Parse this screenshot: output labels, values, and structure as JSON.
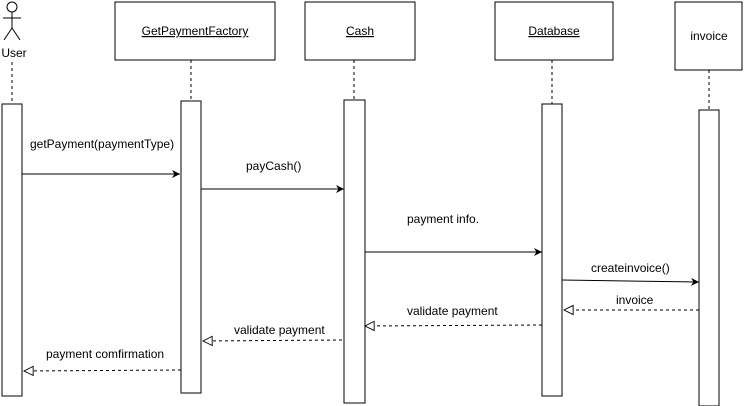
{
  "participants": {
    "user": {
      "name": "User"
    },
    "factory": {
      "name": "GetPaymentFactory"
    },
    "cash": {
      "name": "Cash"
    },
    "database": {
      "name": "Database"
    },
    "invoice": {
      "name": "invoice"
    }
  },
  "messages": [
    {
      "label": "getPayment(paymentType)",
      "from": "User",
      "to": "GetPaymentFactory",
      "kind": "call"
    },
    {
      "label": "payCash()",
      "from": "GetPaymentFactory",
      "to": "Cash",
      "kind": "call"
    },
    {
      "label": "payment info.",
      "from": "Cash",
      "to": "Database",
      "kind": "call"
    },
    {
      "label": "createinvoice()",
      "from": "Database",
      "to": "invoice",
      "kind": "call"
    },
    {
      "label": "invoice",
      "from": "invoice",
      "to": "Database",
      "kind": "return"
    },
    {
      "label": "validate payment",
      "from": "Database",
      "to": "Cash",
      "kind": "return"
    },
    {
      "label": "validate payment",
      "from": "Cash",
      "to": "GetPaymentFactory",
      "kind": "return"
    },
    {
      "label": "payment comfirmation",
      "from": "GetPaymentFactory",
      "to": "User",
      "kind": "return"
    }
  ]
}
